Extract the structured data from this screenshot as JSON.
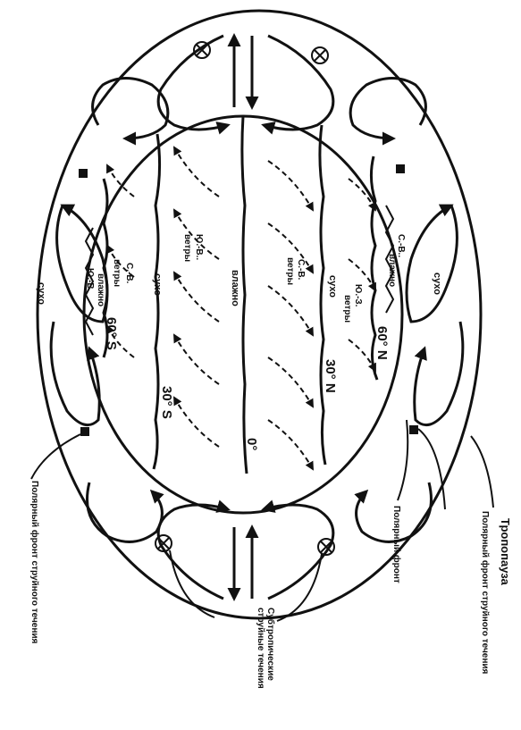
{
  "colors": {
    "ink": "#111111",
    "paper": "#ffffff"
  },
  "latitudes": {
    "north60": "60° N",
    "north30": "30° N",
    "equator": "0°",
    "south30": "30° S",
    "south60": "60° S"
  },
  "zones": {
    "dry_north": "сухо",
    "wet_north": "влажно",
    "sw_winds": "Ю.-З.",
    "winds_word": "ветры",
    "ne_winds_north": "С.-В.",
    "ne_winds_north2": "С.-В..",
    "se_winds": "Ю.-В..",
    "wet_equator": "влажно",
    "dry_south": "сухо",
    "ne_winds_south": "С.-В.",
    "se_winds_south": "Ю.-В.",
    "wet_south": "влажно",
    "dry_south_outer": "сухо",
    "dry_north_outer": "сухо"
  },
  "callouts": {
    "tropopause": "Тропопауза",
    "polar_front_jet_right": "Полярный фронт струйного течения",
    "polar_front": "Полярный фронт",
    "subtropical_jets": "Субтропические струйные течения",
    "polar_front_jet_left": "Полярный фронт струйного течения"
  },
  "icons": [
    "circle-cross-icon",
    "filled-square-icon"
  ]
}
